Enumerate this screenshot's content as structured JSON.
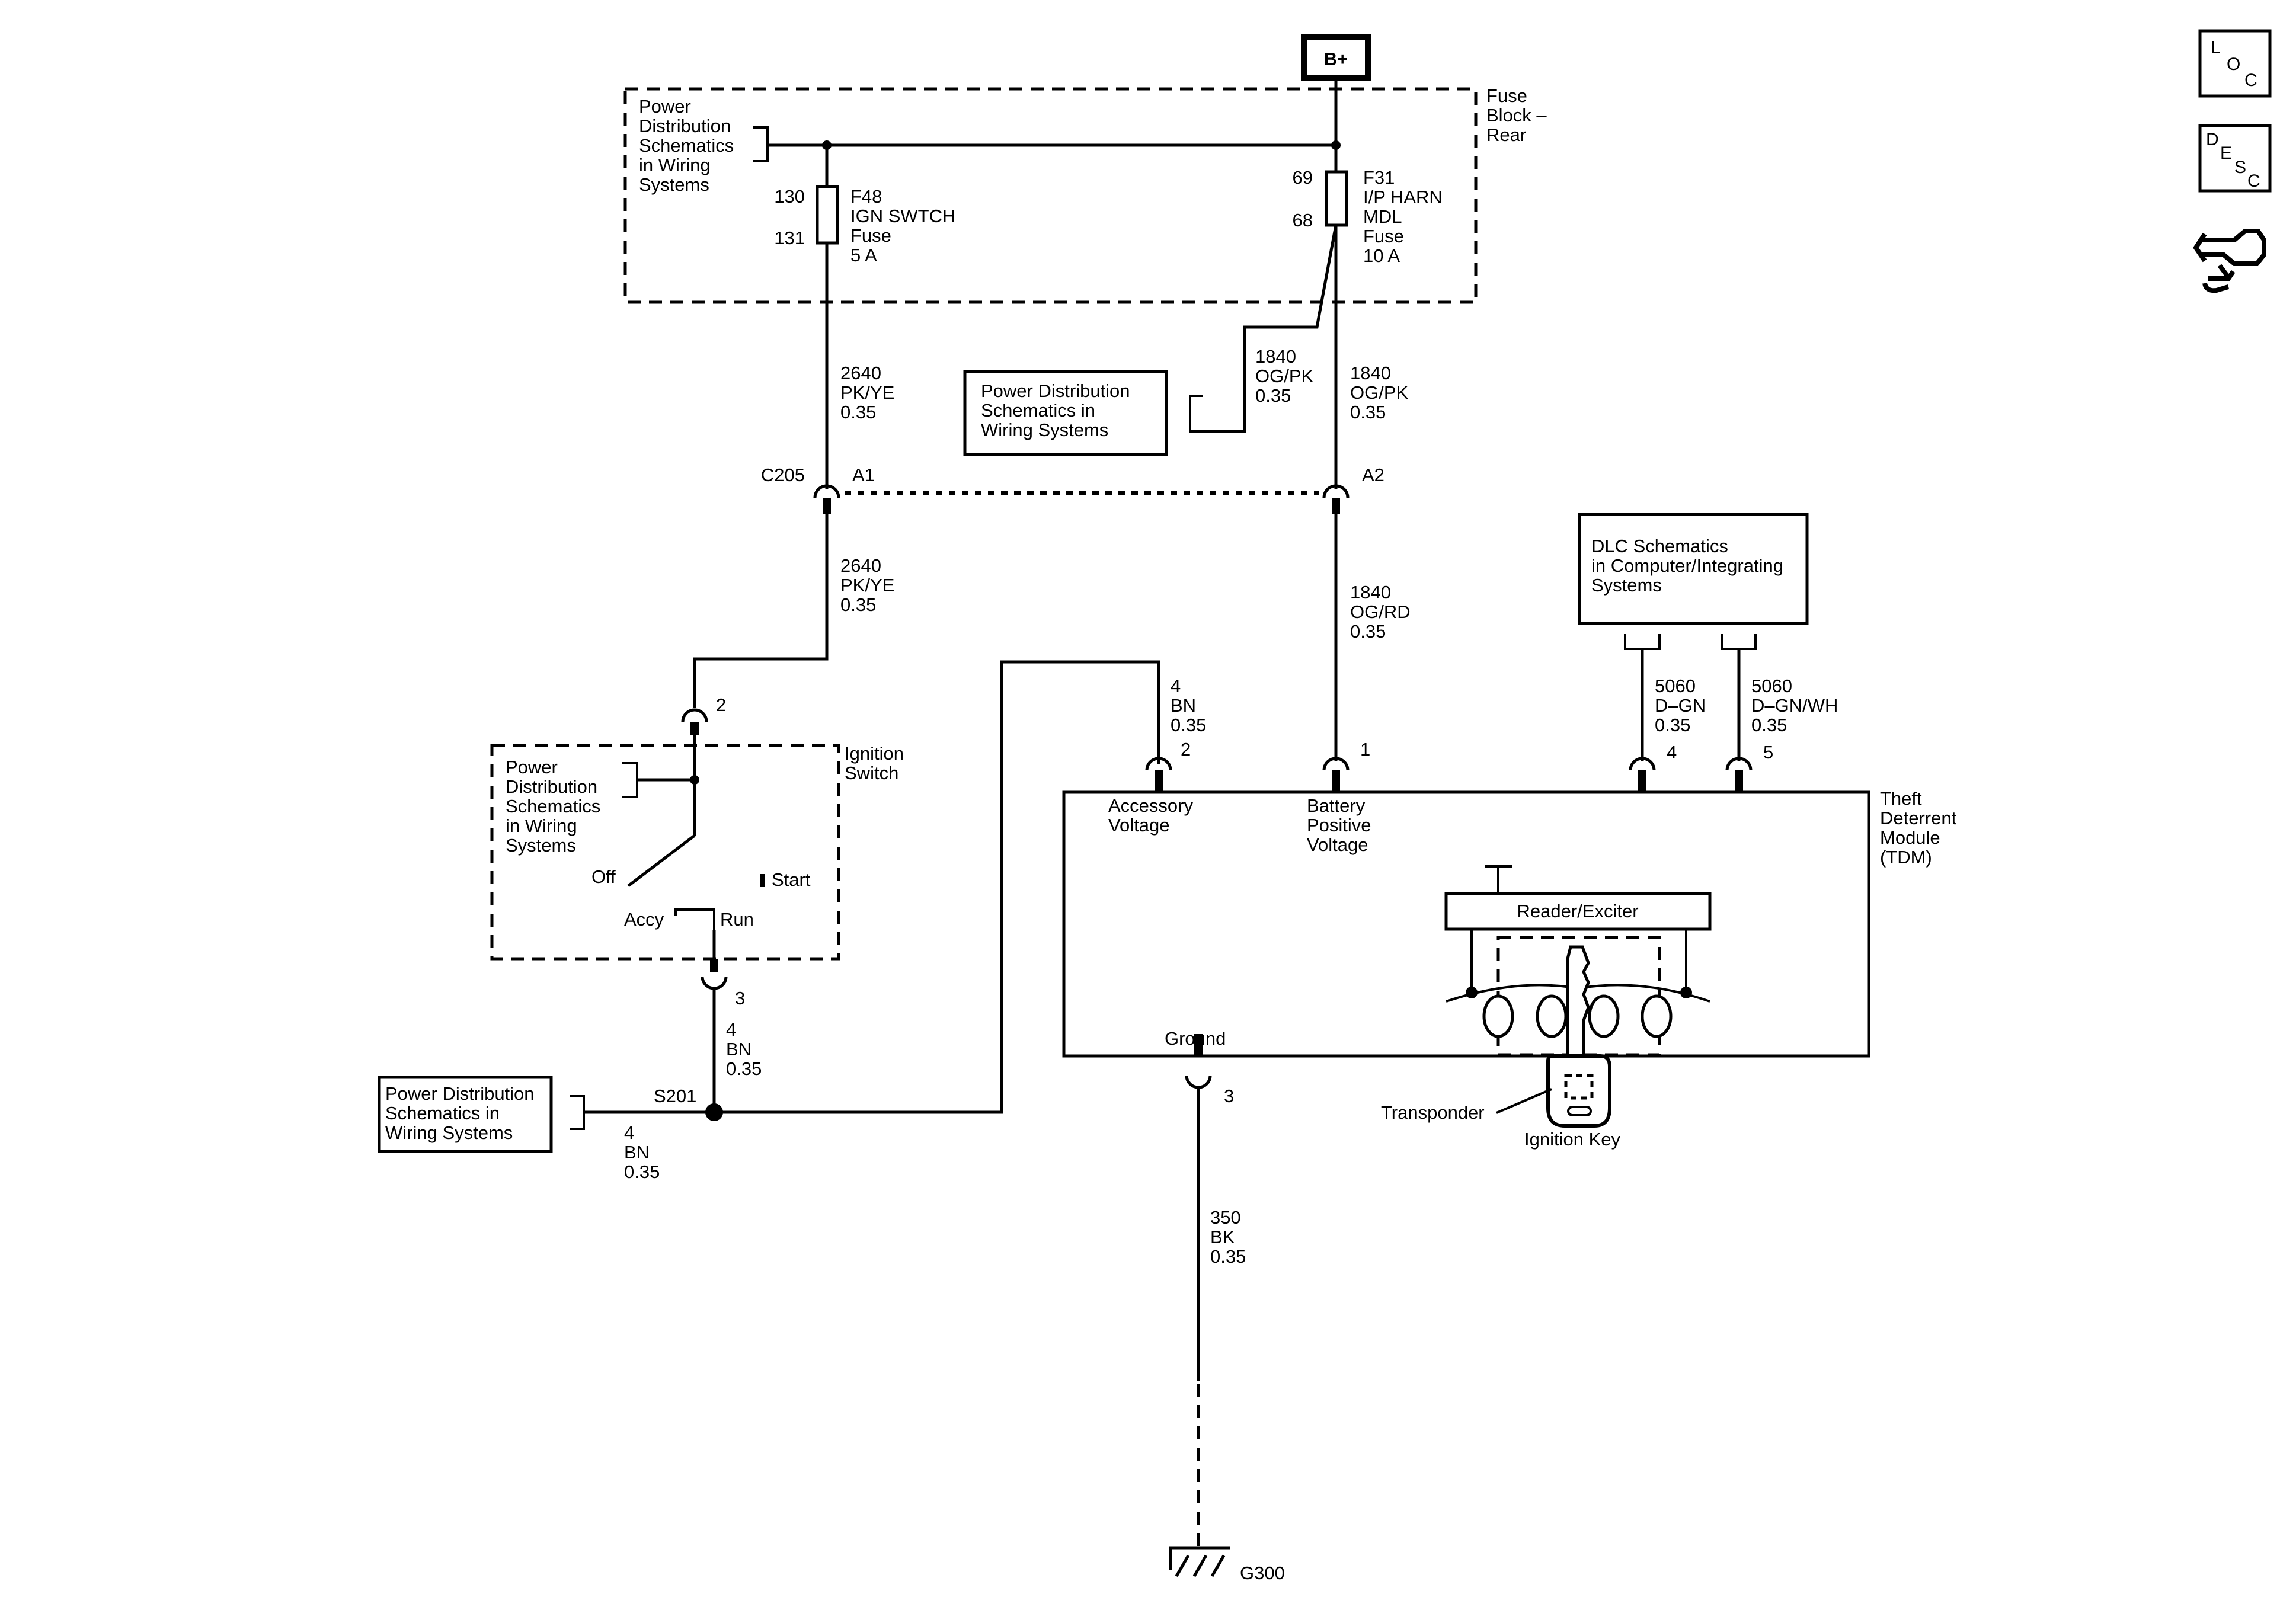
{
  "power": {
    "label": "B+"
  },
  "fuse_block": {
    "name_lines": [
      "Fuse",
      "Block –",
      "Rear"
    ],
    "ref_lines": [
      "Power",
      "Distribution",
      "Schematics",
      "in Wiring",
      "Systems"
    ],
    "f48": {
      "pin_top": "130",
      "pin_bottom": "131",
      "lines": [
        "F48",
        "IGN SWTCH",
        "Fuse",
        "5 A"
      ]
    },
    "f31": {
      "pin_top": "69",
      "pin_bottom": "68",
      "lines": [
        "F31",
        "I/P HARN",
        "MDL",
        "Fuse",
        "10 A"
      ]
    }
  },
  "wires": {
    "w2640_top": [
      "2640",
      "PK/YE",
      "0.35"
    ],
    "w1840_branch": [
      "1840",
      "OG/PK",
      "0.35"
    ],
    "w1840_top": [
      "1840",
      "OG/PK",
      "0.35"
    ],
    "w2640_bottom": [
      "2640",
      "PK/YE",
      "0.35"
    ],
    "w1840_bottom": [
      "1840",
      "OG/RD",
      "0.35"
    ],
    "w4_accy": [
      "4",
      "BN",
      "0.35"
    ],
    "w4_switch": [
      "4",
      "BN",
      "0.35"
    ],
    "w4_splice": [
      "4",
      "BN",
      "0.35"
    ],
    "w5060_a": [
      "5060",
      "D–GN",
      "0.35"
    ],
    "w5060_b": [
      "5060",
      "D–GN/WH",
      "0.35"
    ],
    "w350": [
      "350",
      "BK",
      "0.35"
    ]
  },
  "power_dist_box_mid": [
    "Power Distribution",
    "Schematics in",
    "Wiring Systems"
  ],
  "power_dist_box_left": [
    "Power Distribution",
    "Schematics in",
    "Wiring Systems"
  ],
  "connector": {
    "name": "C205",
    "pin_a1": "A1",
    "pin_a2": "A2"
  },
  "dlc_box": [
    "DLC Schematics",
    "in Computer/Integrating",
    "Systems"
  ],
  "ignition_switch": {
    "name_lines": [
      "Ignition",
      "Switch"
    ],
    "ref_lines": [
      "Power",
      "Distribution",
      "Schematics",
      "in Wiring",
      "Systems"
    ],
    "pin_top": "2",
    "pin_bottom": "3",
    "positions": {
      "off": "Off",
      "start": "Start",
      "accy": "Accy",
      "run": "Run"
    }
  },
  "splice": {
    "name": "S201"
  },
  "tdm": {
    "name_lines": [
      "Theft",
      "Deterrent",
      "Module",
      "(TDM)"
    ],
    "pins": {
      "accessory": "2",
      "battery": "1",
      "dlc_a": "4",
      "dlc_b": "5",
      "ground": "3"
    },
    "accessory_lines": [
      "Accessory",
      "Voltage"
    ],
    "battery_lines": [
      "Battery",
      "Positive",
      "Voltage"
    ],
    "ground_label": "Ground",
    "reader_label": "Reader/Exciter",
    "transponder_label": "Transponder",
    "key_label": "Ignition Key"
  },
  "ground": {
    "name": "G300"
  },
  "side_icons": {
    "loc": [
      "L",
      "O",
      "C"
    ],
    "desc": [
      "D",
      "E",
      "S",
      "C"
    ],
    "third": "connector-hand-icon"
  }
}
